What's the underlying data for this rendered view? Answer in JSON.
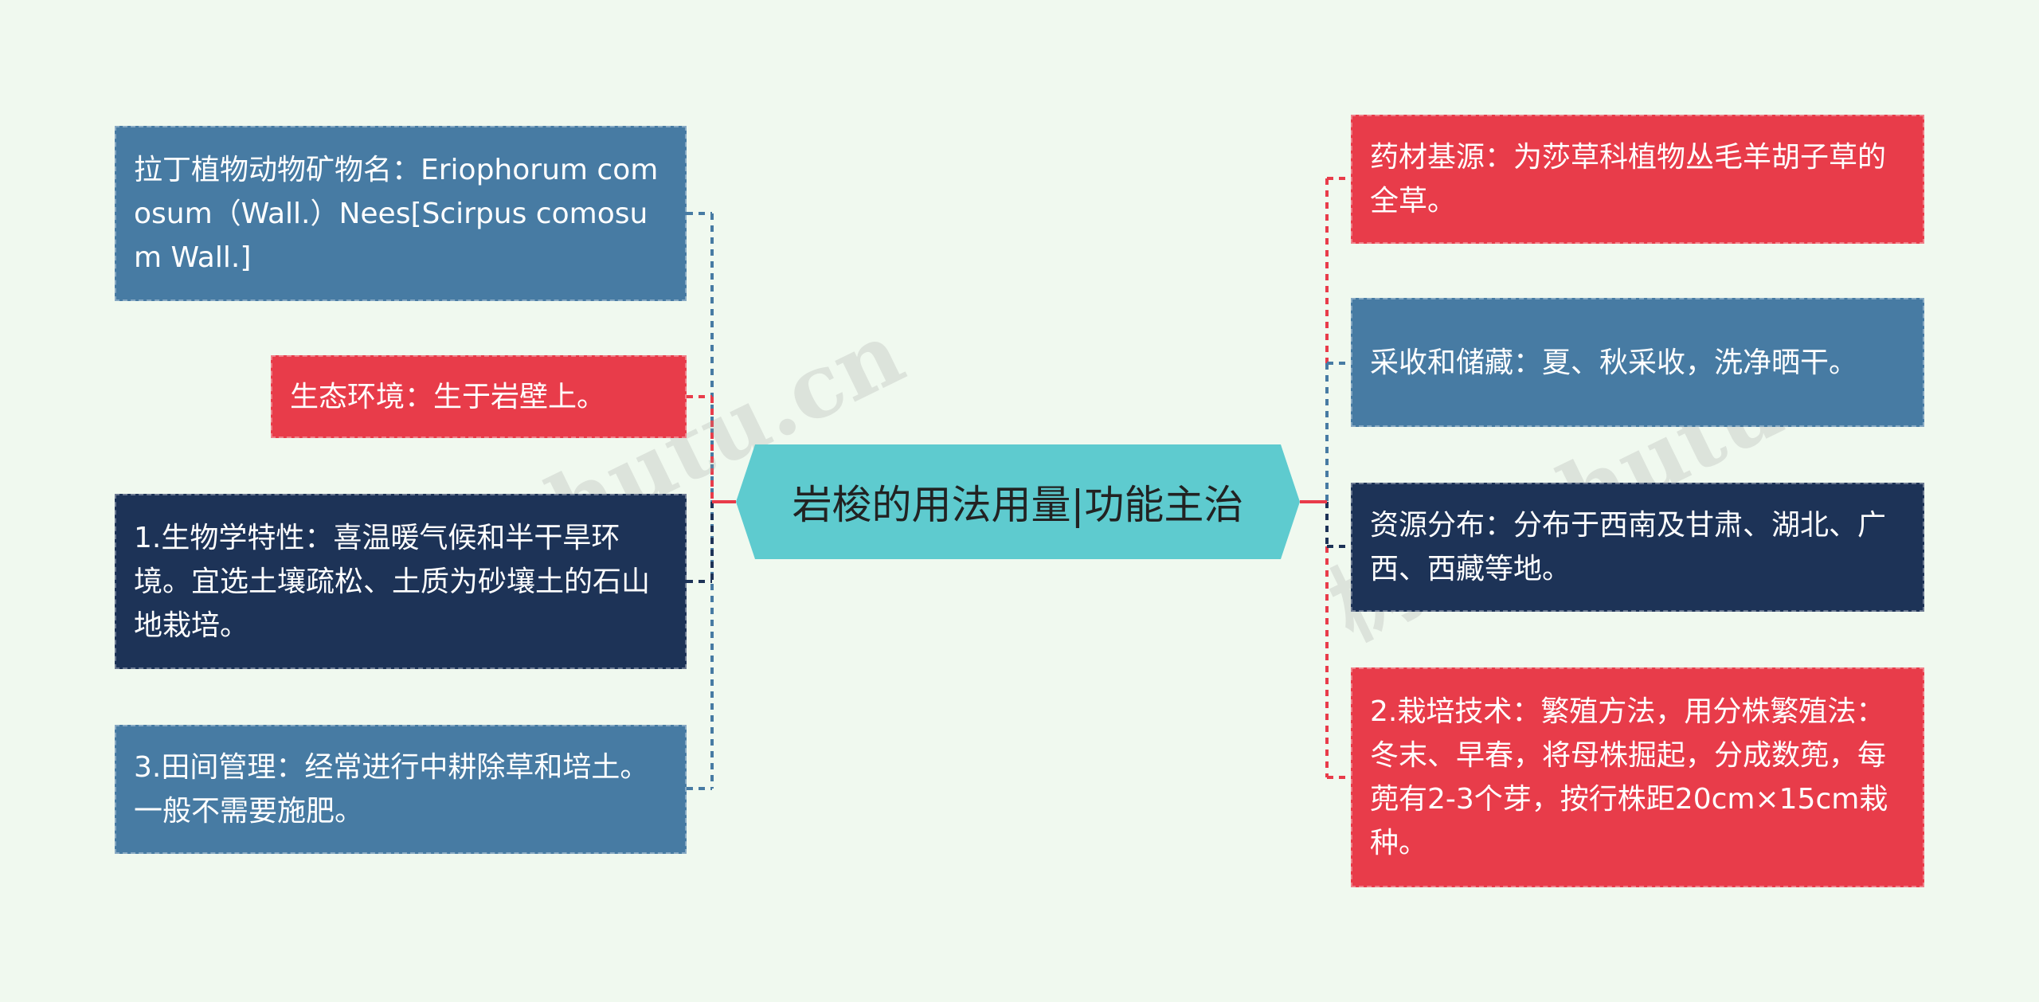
{
  "watermark": {
    "text": "树图 shutu.cn"
  },
  "center": {
    "title": "岩梭的用法用量|功能主治",
    "color": "#5ecbcf"
  },
  "left_nodes": [
    {
      "text": "拉丁植物动物矿物名：Eriophorum comosum（Wall.）Nees[Scirpus comosum Wall.]",
      "color": "#477ba3"
    },
    {
      "text": "生态环境：生于岩壁上。",
      "color": "#e83c4a"
    },
    {
      "text": "1.生物学特性：喜温暖气候和半干旱环境。宜选土壤疏松、土质为砂壤土的石山地栽培。",
      "color": "#1d3357"
    },
    {
      "text": "3.田间管理：经常进行中耕除草和培土。一般不需要施肥。",
      "color": "#477ba3"
    }
  ],
  "right_nodes": [
    {
      "text": "药材基源：为莎草科植物丛毛羊胡子草的全草。",
      "color": "#e83c4a"
    },
    {
      "text": "采收和储藏：夏、秋采收，洗净晒干。",
      "color": "#477ba3"
    },
    {
      "text": "资源分布：分布于西南及甘肃、湖北、广西、西藏等地。",
      "color": "#1d3357"
    },
    {
      "text": "2.栽培技术：繁殖方法，用分株繁殖法：冬末、早春，将母株掘起，分成数蔸，每蔸有2-3个芽，按行株距20cm×15cm栽种。",
      "color": "#e83c4a"
    }
  ]
}
